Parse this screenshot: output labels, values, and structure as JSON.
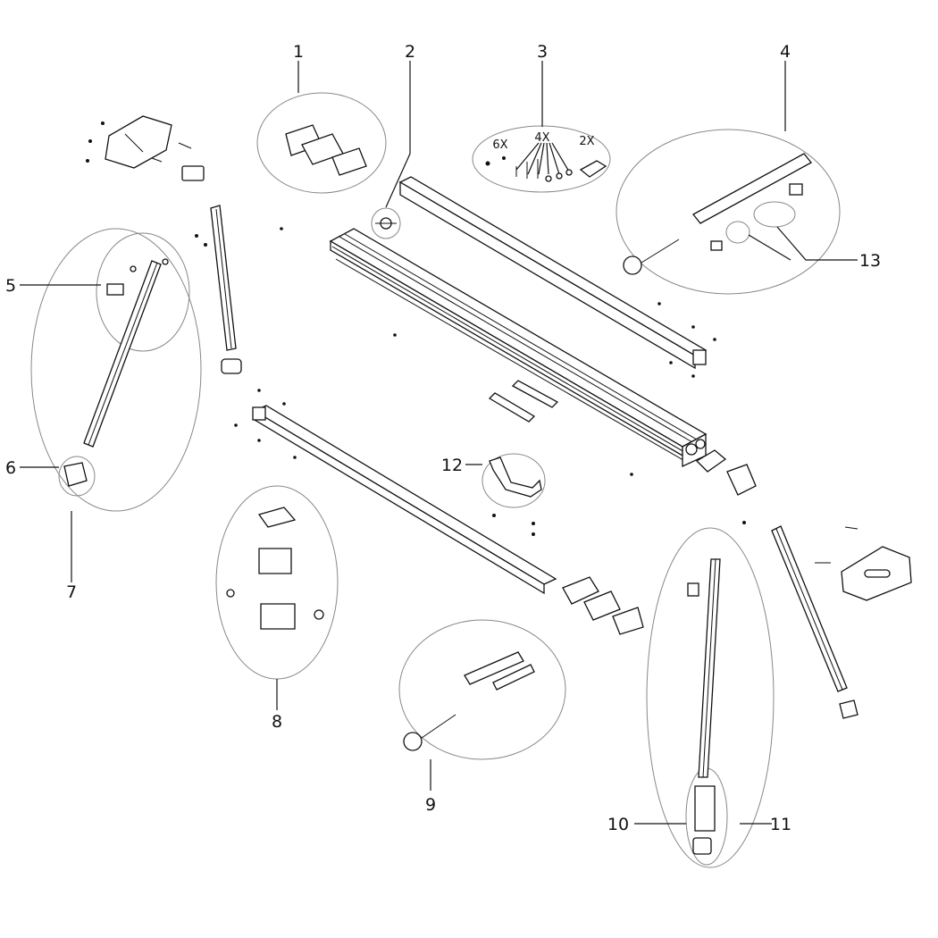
{
  "callouts": {
    "c1": "1",
    "c2": "2",
    "c3": "3",
    "c4": "4",
    "c5": "5",
    "c6": "6",
    "c7": "7",
    "c8": "8",
    "c9": "9",
    "c10": "10",
    "c11": "11",
    "c12": "12",
    "c13": "13"
  },
  "quantities": {
    "q6": "6X",
    "q4": "4X",
    "q2": "2X"
  }
}
